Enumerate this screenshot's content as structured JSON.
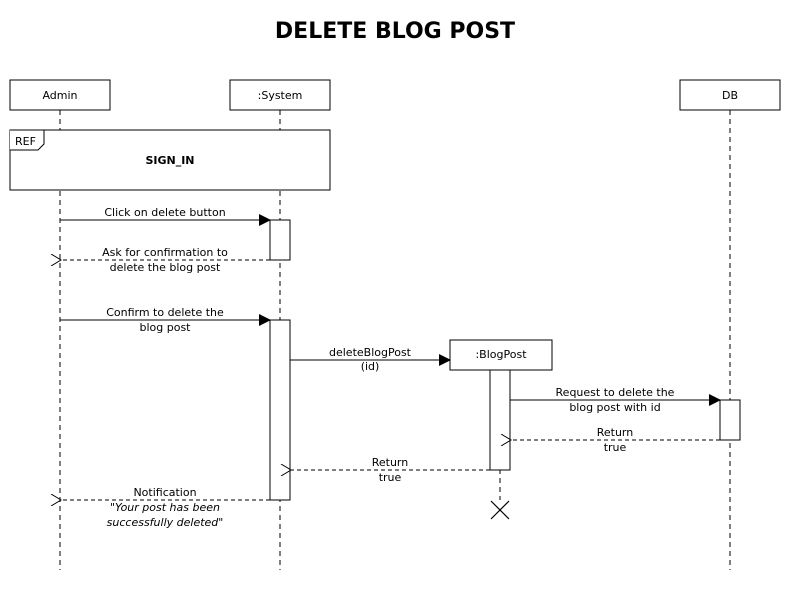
{
  "title": "DELETE BLOG POST",
  "participants": {
    "admin": "Admin",
    "system": ":System",
    "db": "DB",
    "blogpost": ":BlogPost"
  },
  "ref_frame": {
    "tag": "REF",
    "label": "SIGN_IN"
  },
  "messages": {
    "m1": "Click on delete button",
    "m2_line1": "Ask for confirmation to",
    "m2_line2": "delete the blog post",
    "m3_line1": "Confirm to delete the",
    "m3_line2": "blog post",
    "m4_line1": "deleteBlogPost",
    "m4_line2": "(id)",
    "m5_line1": "Request to delete the",
    "m5_line2": "blog post with id",
    "m6_line1": "Return",
    "m6_line2": "true",
    "m7_line1": "Return",
    "m7_line2": "true",
    "m8_line1": "Notification",
    "m8_line2": "\"Your post has been",
    "m8_line3": "successfully deleted\""
  }
}
